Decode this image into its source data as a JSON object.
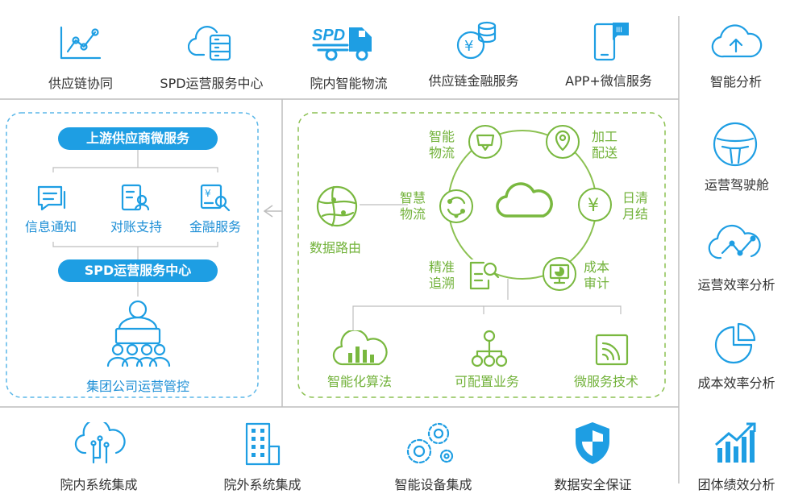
{
  "top_services": [
    {
      "label": "供应链协同",
      "icon": "collaboration-chart-icon"
    },
    {
      "label": "SPD运营服务中心",
      "icon": "cloud-server-icon"
    },
    {
      "label": "院内智能物流",
      "icon": "spd-truck-icon"
    },
    {
      "label": "供应链金融服务",
      "icon": "finance-coins-icon"
    },
    {
      "label": "APP+微信服务",
      "icon": "mobile-chat-icon"
    }
  ],
  "left_panel": {
    "top_pill": "上游供应商微服务",
    "items": [
      {
        "label": "信息通知",
        "icon": "message-icon"
      },
      {
        "label": "对账支持",
        "icon": "reconcile-icon"
      },
      {
        "label": "金融服务",
        "icon": "finance-doc-icon"
      }
    ],
    "middle_pill": "SPD运营服务中心",
    "bottom_label": "集团公司运营管控"
  },
  "center_panel": {
    "routing": "数据路由",
    "cycle": [
      {
        "label": "智能\n物流",
        "icon": "cart-icon"
      },
      {
        "label": "加工\n配送",
        "icon": "location-icon"
      },
      {
        "label": "日清\n月结",
        "icon": "yen-cycle-icon"
      },
      {
        "label": "成本\n审计",
        "icon": "monitor-chart-icon"
      },
      {
        "label": "精准\n追溯",
        "icon": "search-doc-icon"
      },
      {
        "label": "智慧\n物流",
        "icon": "refresh-icon"
      }
    ],
    "bottom": [
      {
        "label": "智能化算法",
        "icon": "cloud-bars-icon"
      },
      {
        "label": "可配置业务",
        "icon": "hierarchy-icon"
      },
      {
        "label": "微服务技术",
        "icon": "signal-icon"
      }
    ]
  },
  "bottom_integrations": [
    {
      "label": "院内系统集成",
      "icon": "cloud-circuit-icon"
    },
    {
      "label": "院外系统集成",
      "icon": "building-icon"
    },
    {
      "label": "智能设备集成",
      "icon": "gears-icon"
    },
    {
      "label": "数据安全保证",
      "icon": "shield-icon"
    }
  ],
  "right_analytics": [
    {
      "label": "智能分析",
      "icon": "cloud-upload-icon"
    },
    {
      "label": "运营驾驶舱",
      "icon": "dashboard-icon"
    },
    {
      "label": "运营效率分析",
      "icon": "cloud-trend-icon"
    },
    {
      "label": "成本效率分析",
      "icon": "pie-icon"
    },
    {
      "label": "团体绩效分析",
      "icon": "bar-growth-icon"
    }
  ],
  "colors": {
    "blue": "#1e9ee3",
    "green": "#79b83f"
  }
}
